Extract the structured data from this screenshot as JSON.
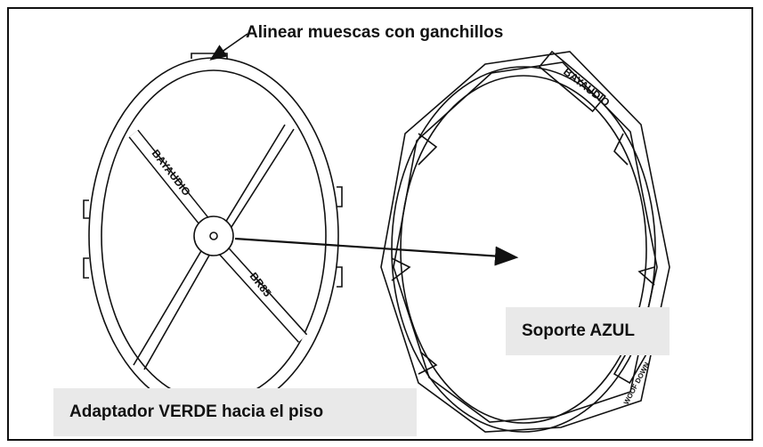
{
  "labels": {
    "align_notches": "Alinear muescas con ganchillos",
    "blue_support": "Soporte AZUL",
    "green_adapter": "Adaptador VERDE hacia el piso"
  },
  "adapter_text": {
    "brand": "BAYAUDIO",
    "model": "BR85"
  },
  "support_text": {
    "brand": "BAYAUDIO",
    "bottom_mark": "WOOF DOWN"
  },
  "colors": {
    "line": "#111111",
    "label_bg": "#e9e9e9"
  }
}
